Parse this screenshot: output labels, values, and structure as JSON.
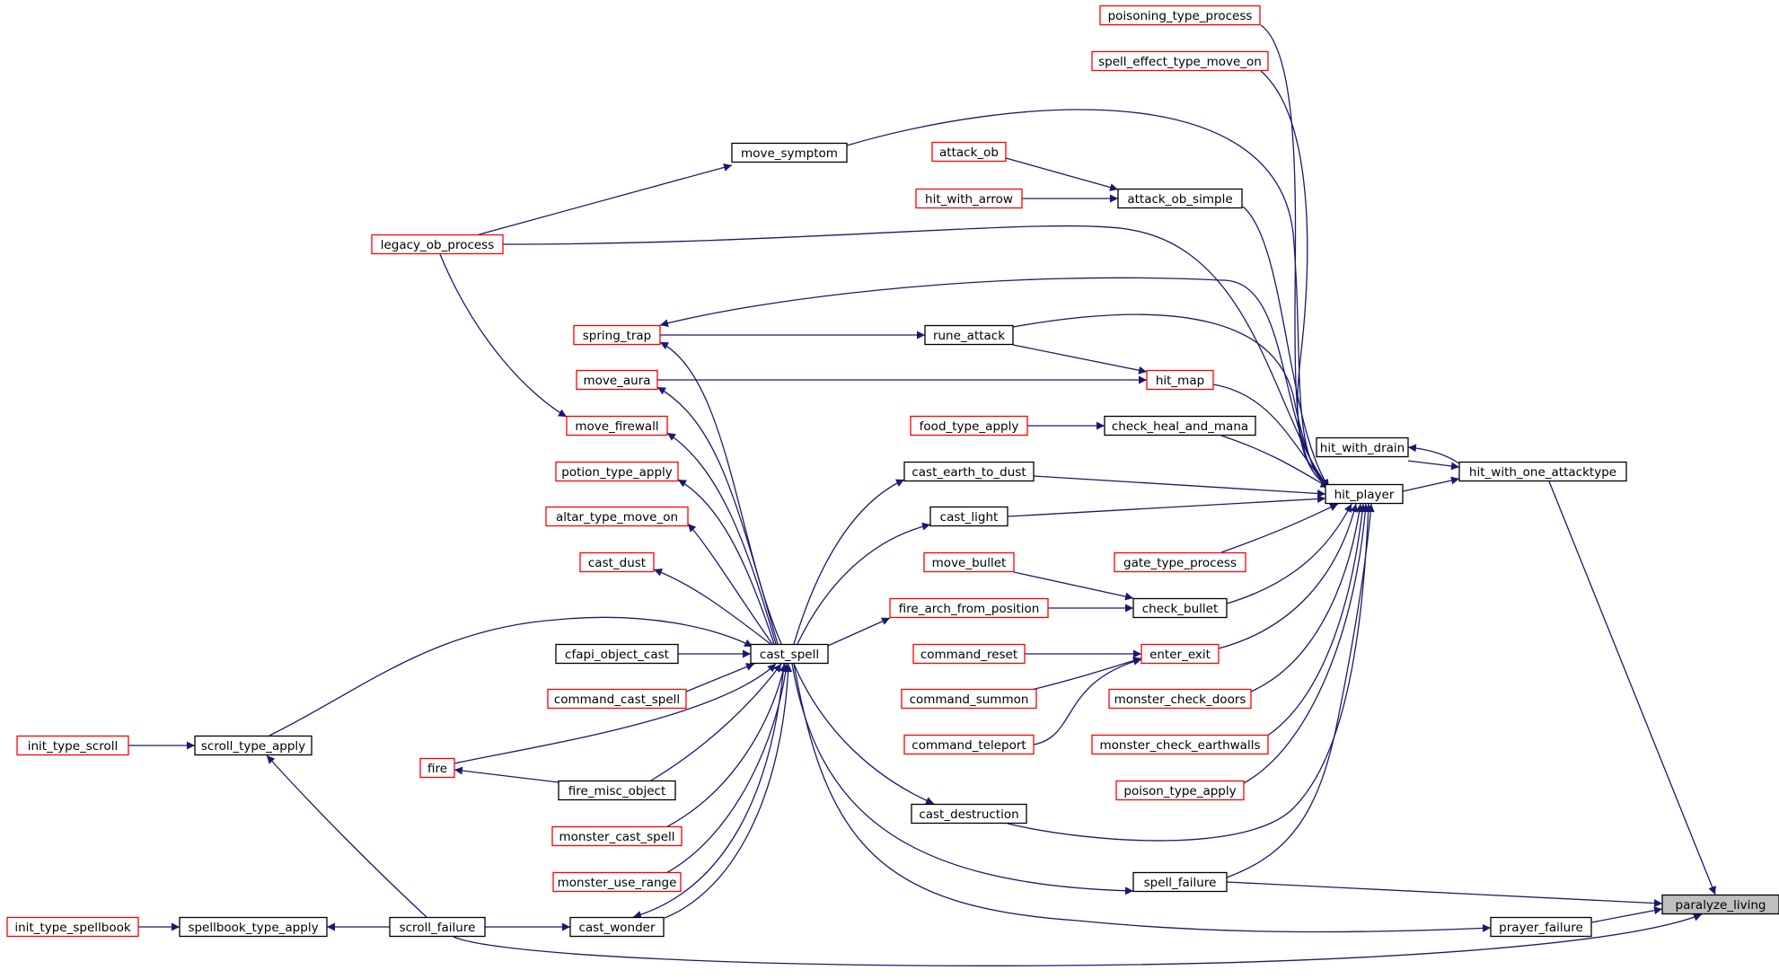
{
  "colors": {
    "edge": "#191970",
    "internal_border": "#000000",
    "external_border": "#ff0000",
    "root_fill": "#bfbfbf",
    "background": "#ffffff"
  },
  "nodes": [
    {
      "id": "paralyze_living",
      "label": "paralyze_living",
      "kind": "root"
    },
    {
      "id": "hit_with_one_attacktype",
      "label": "hit_with_one_attacktype",
      "kind": "internal"
    },
    {
      "id": "hit_with_drain",
      "label": "hit_with_drain",
      "kind": "internal"
    },
    {
      "id": "hit_player",
      "label": "hit_player",
      "kind": "internal"
    },
    {
      "id": "spell_failure",
      "label": "spell_failure",
      "kind": "internal"
    },
    {
      "id": "prayer_failure",
      "label": "prayer_failure",
      "kind": "internal"
    },
    {
      "id": "poisoning_type_process",
      "label": "poisoning_type_process",
      "kind": "external"
    },
    {
      "id": "spell_effect_type_move_on",
      "label": "spell_effect_type_move_on",
      "kind": "external"
    },
    {
      "id": "move_symptom",
      "label": "move_symptom",
      "kind": "internal"
    },
    {
      "id": "attack_ob",
      "label": "attack_ob",
      "kind": "external"
    },
    {
      "id": "attack_ob_simple",
      "label": "attack_ob_simple",
      "kind": "internal"
    },
    {
      "id": "hit_with_arrow",
      "label": "hit_with_arrow",
      "kind": "external"
    },
    {
      "id": "legacy_ob_process",
      "label": "legacy_ob_process",
      "kind": "external"
    },
    {
      "id": "spring_trap",
      "label": "spring_trap",
      "kind": "external"
    },
    {
      "id": "rune_attack",
      "label": "rune_attack",
      "kind": "internal"
    },
    {
      "id": "move_aura",
      "label": "move_aura",
      "kind": "external"
    },
    {
      "id": "hit_map",
      "label": "hit_map",
      "kind": "external"
    },
    {
      "id": "move_firewall",
      "label": "move_firewall",
      "kind": "external"
    },
    {
      "id": "food_type_apply",
      "label": "food_type_apply",
      "kind": "external"
    },
    {
      "id": "check_heal_and_mana",
      "label": "check_heal_and_mana",
      "kind": "internal"
    },
    {
      "id": "potion_type_apply",
      "label": "potion_type_apply",
      "kind": "external"
    },
    {
      "id": "cast_earth_to_dust",
      "label": "cast_earth_to_dust",
      "kind": "internal"
    },
    {
      "id": "altar_type_move_on",
      "label": "altar_type_move_on",
      "kind": "external"
    },
    {
      "id": "cast_light",
      "label": "cast_light",
      "kind": "internal"
    },
    {
      "id": "cast_dust",
      "label": "cast_dust",
      "kind": "external"
    },
    {
      "id": "move_bullet",
      "label": "move_bullet",
      "kind": "external"
    },
    {
      "id": "gate_type_process",
      "label": "gate_type_process",
      "kind": "external"
    },
    {
      "id": "fire_arch_from_position",
      "label": "fire_arch_from_position",
      "kind": "external"
    },
    {
      "id": "check_bullet",
      "label": "check_bullet",
      "kind": "internal"
    },
    {
      "id": "cfapi_object_cast",
      "label": "cfapi_object_cast",
      "kind": "internal"
    },
    {
      "id": "cast_spell",
      "label": "cast_spell",
      "kind": "internal"
    },
    {
      "id": "command_reset",
      "label": "command_reset",
      "kind": "external"
    },
    {
      "id": "enter_exit",
      "label": "enter_exit",
      "kind": "external"
    },
    {
      "id": "command_cast_spell",
      "label": "command_cast_spell",
      "kind": "external"
    },
    {
      "id": "command_summon",
      "label": "command_summon",
      "kind": "external"
    },
    {
      "id": "monster_check_doors",
      "label": "monster_check_doors",
      "kind": "external"
    },
    {
      "id": "init_type_scroll",
      "label": "init_type_scroll",
      "kind": "external"
    },
    {
      "id": "scroll_type_apply",
      "label": "scroll_type_apply",
      "kind": "internal"
    },
    {
      "id": "command_teleport",
      "label": "command_teleport",
      "kind": "external"
    },
    {
      "id": "monster_check_earthwalls",
      "label": "monster_check_earthwalls",
      "kind": "external"
    },
    {
      "id": "fire",
      "label": "fire",
      "kind": "external"
    },
    {
      "id": "fire_misc_object",
      "label": "fire_misc_object",
      "kind": "internal"
    },
    {
      "id": "poison_type_apply",
      "label": "poison_type_apply",
      "kind": "external"
    },
    {
      "id": "cast_destruction",
      "label": "cast_destruction",
      "kind": "internal"
    },
    {
      "id": "monster_cast_spell",
      "label": "monster_cast_spell",
      "kind": "external"
    },
    {
      "id": "monster_use_range",
      "label": "monster_use_range",
      "kind": "external"
    },
    {
      "id": "init_type_spellbook",
      "label": "init_type_spellbook",
      "kind": "external"
    },
    {
      "id": "spellbook_type_apply",
      "label": "spellbook_type_apply",
      "kind": "internal"
    },
    {
      "id": "scroll_failure",
      "label": "scroll_failure",
      "kind": "internal"
    },
    {
      "id": "cast_wonder",
      "label": "cast_wonder",
      "kind": "internal"
    }
  ],
  "edges": [
    {
      "from": "hit_with_one_attacktype",
      "to": "paralyze_living"
    },
    {
      "from": "spell_failure",
      "to": "paralyze_living"
    },
    {
      "from": "prayer_failure",
      "to": "paralyze_living"
    },
    {
      "from": "scroll_failure",
      "to": "paralyze_living"
    },
    {
      "from": "hit_with_drain",
      "to": "hit_with_one_attacktype"
    },
    {
      "from": "hit_player",
      "to": "hit_with_one_attacktype"
    },
    {
      "from": "hit_with_one_attacktype",
      "to": "hit_with_drain"
    },
    {
      "from": "poisoning_type_process",
      "to": "hit_player"
    },
    {
      "from": "spell_effect_type_move_on",
      "to": "hit_player"
    },
    {
      "from": "move_symptom",
      "to": "hit_player"
    },
    {
      "from": "attack_ob_simple",
      "to": "hit_player"
    },
    {
      "from": "legacy_ob_process",
      "to": "hit_player"
    },
    {
      "from": "hit_player",
      "to": "spring_trap"
    },
    {
      "from": "rune_attack",
      "to": "hit_player"
    },
    {
      "from": "hit_map",
      "to": "hit_player"
    },
    {
      "from": "check_heal_and_mana",
      "to": "hit_player"
    },
    {
      "from": "cast_earth_to_dust",
      "to": "hit_player"
    },
    {
      "from": "cast_light",
      "to": "hit_player"
    },
    {
      "from": "gate_type_process",
      "to": "hit_player"
    },
    {
      "from": "check_bullet",
      "to": "hit_player"
    },
    {
      "from": "enter_exit",
      "to": "hit_player"
    },
    {
      "from": "monster_check_doors",
      "to": "hit_player"
    },
    {
      "from": "monster_check_earthwalls",
      "to": "hit_player"
    },
    {
      "from": "poison_type_apply",
      "to": "hit_player"
    },
    {
      "from": "cast_destruction",
      "to": "hit_player"
    },
    {
      "from": "spell_failure",
      "to": "hit_player"
    },
    {
      "from": "cast_spell",
      "to": "spell_failure"
    },
    {
      "from": "cast_spell",
      "to": "prayer_failure"
    },
    {
      "from": "legacy_ob_process",
      "to": "move_symptom"
    },
    {
      "from": "attack_ob",
      "to": "attack_ob_simple"
    },
    {
      "from": "hit_with_arrow",
      "to": "attack_ob_simple"
    },
    {
      "from": "move_firewall",
      "to": "legacy_ob_process"
    },
    {
      "from": "spring_trap",
      "to": "rune_attack"
    },
    {
      "from": "cast_spell",
      "to": "spring_trap"
    },
    {
      "from": "rune_attack",
      "to": "hit_map"
    },
    {
      "from": "move_aura",
      "to": "hit_map"
    },
    {
      "from": "cast_spell",
      "to": "move_aura"
    },
    {
      "from": "cast_spell",
      "to": "move_firewall"
    },
    {
      "from": "food_type_apply",
      "to": "check_heal_and_mana"
    },
    {
      "from": "cast_spell",
      "to": "potion_type_apply"
    },
    {
      "from": "cast_spell",
      "to": "cast_earth_to_dust"
    },
    {
      "from": "cast_spell",
      "to": "altar_type_move_on"
    },
    {
      "from": "cast_spell",
      "to": "cast_light"
    },
    {
      "from": "cast_spell",
      "to": "cast_dust"
    },
    {
      "from": "move_bullet",
      "to": "check_bullet"
    },
    {
      "from": "fire_arch_from_position",
      "to": "check_bullet"
    },
    {
      "from": "cast_spell",
      "to": "fire_arch_from_position"
    },
    {
      "from": "cfapi_object_cast",
      "to": "cast_spell"
    },
    {
      "from": "command_reset",
      "to": "enter_exit"
    },
    {
      "from": "command_summon",
      "to": "enter_exit"
    },
    {
      "from": "command_teleport",
      "to": "enter_exit"
    },
    {
      "from": "command_cast_spell",
      "to": "cast_spell"
    },
    {
      "from": "scroll_type_apply",
      "to": "cast_spell"
    },
    {
      "from": "init_type_scroll",
      "to": "scroll_type_apply"
    },
    {
      "from": "scroll_failure",
      "to": "scroll_type_apply"
    },
    {
      "from": "fire",
      "to": "cast_spell"
    },
    {
      "from": "fire_misc_object",
      "to": "cast_spell"
    },
    {
      "from": "fire_misc_object",
      "to": "fire"
    },
    {
      "from": "cast_spell",
      "to": "cast_destruction"
    },
    {
      "from": "monster_cast_spell",
      "to": "cast_spell"
    },
    {
      "from": "monster_use_range",
      "to": "cast_spell"
    },
    {
      "from": "cast_wonder",
      "to": "cast_spell"
    },
    {
      "from": "cast_spell",
      "to": "cast_wonder"
    },
    {
      "from": "init_type_spellbook",
      "to": "spellbook_type_apply"
    },
    {
      "from": "scroll_failure",
      "to": "spellbook_type_apply"
    },
    {
      "from": "scroll_failure",
      "to": "cast_wonder"
    }
  ]
}
